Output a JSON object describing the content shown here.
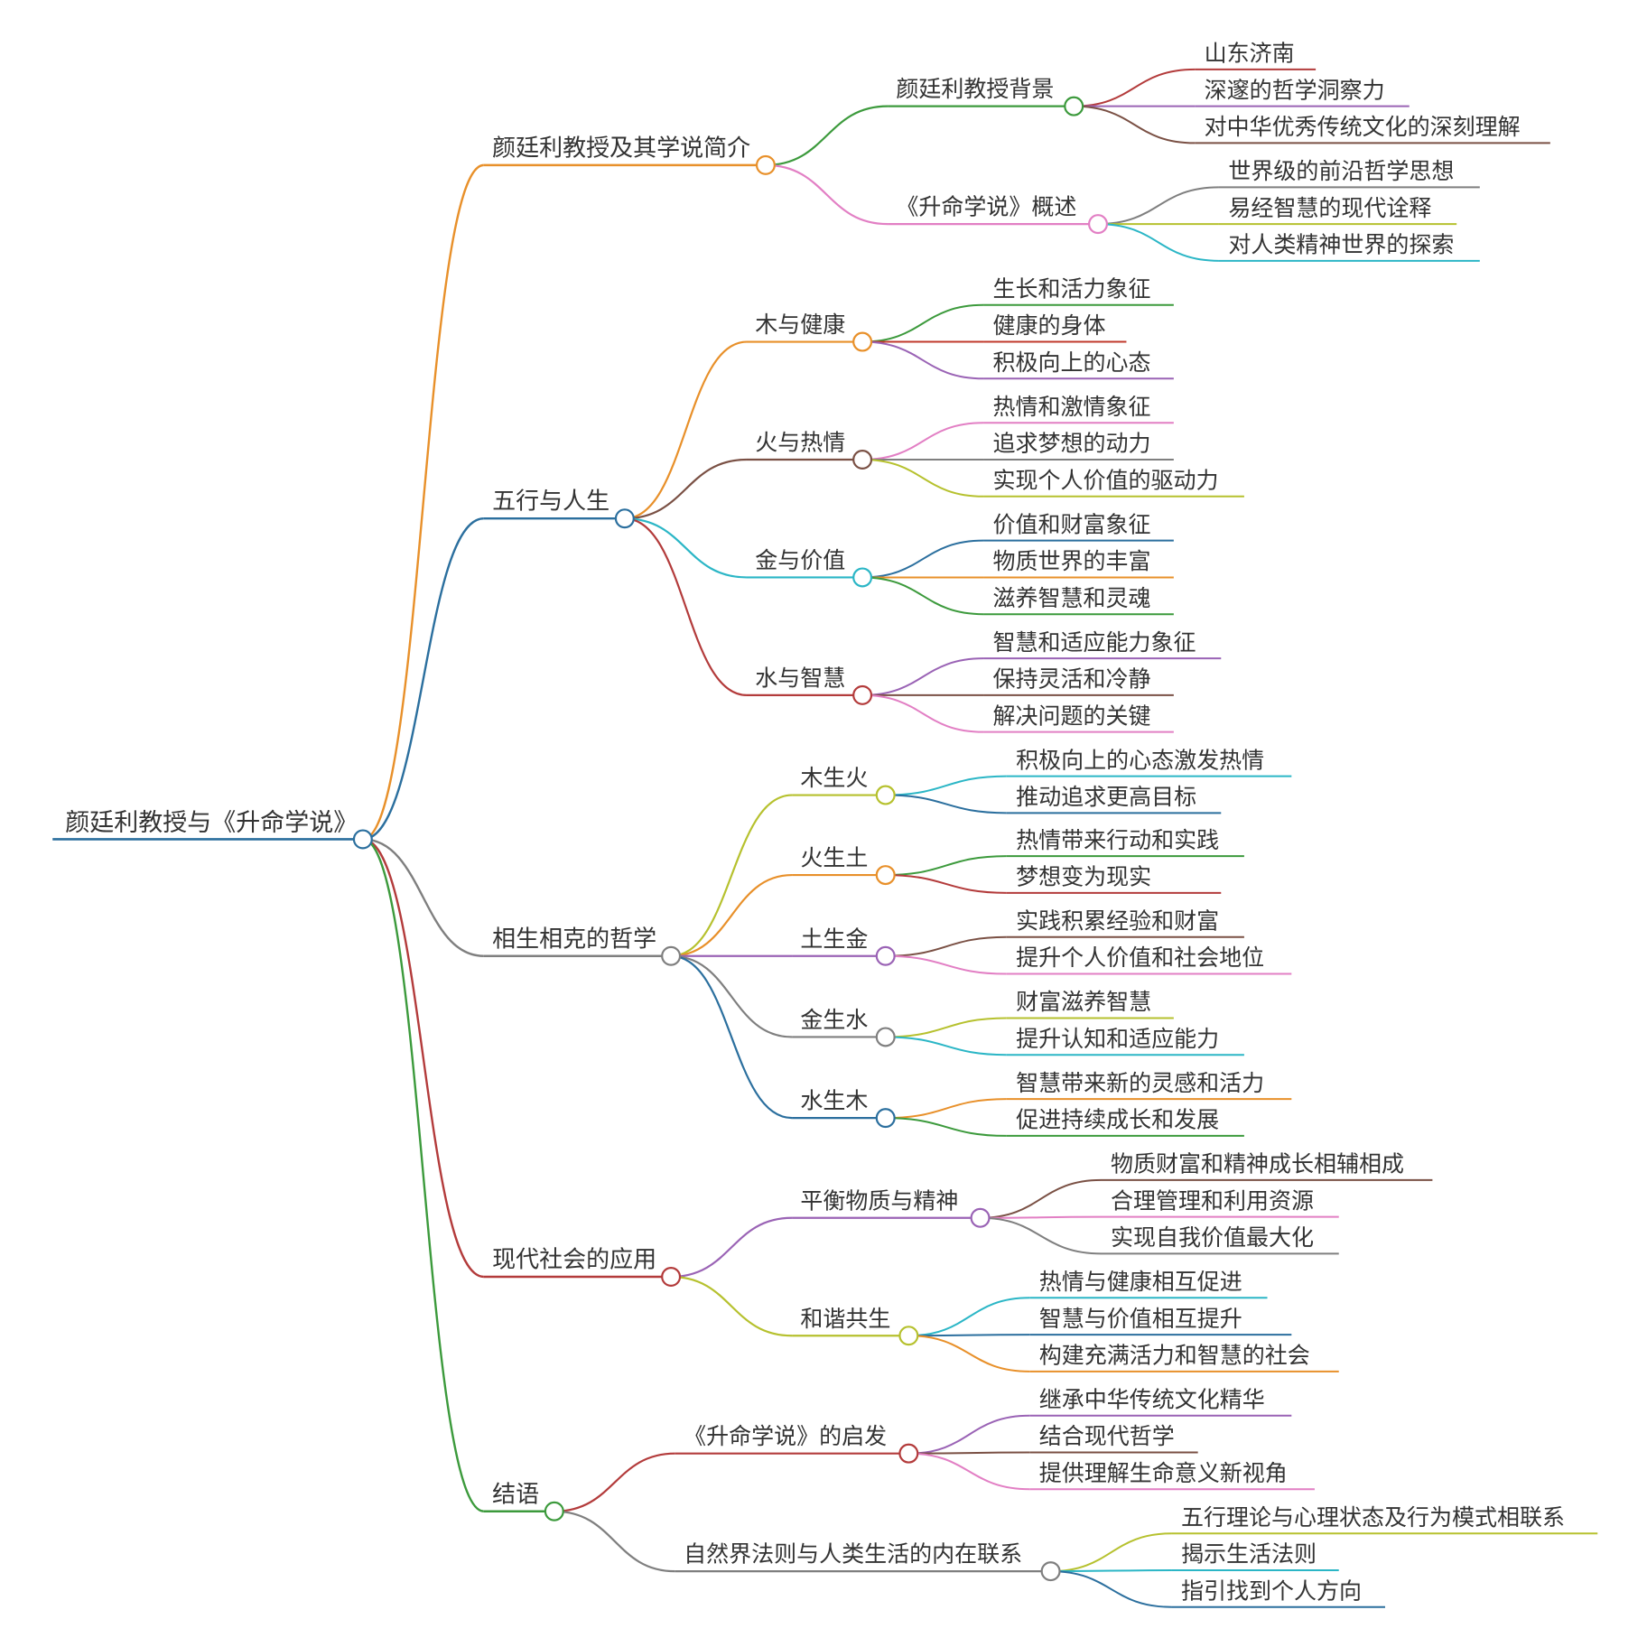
{
  "root": {
    "label": "颜廷利教授与《升命学说》",
    "color": "#2b6f9e",
    "children": [
      {
        "label": "颜廷利教授及其学说简介",
        "color": "#e8902a",
        "children": [
          {
            "label": "颜廷利教授背景",
            "color": "#3c9a3c",
            "children": [
              {
                "label": "山东济南",
                "color": "#b33b3b"
              },
              {
                "label": "深邃的哲学洞察力",
                "color": "#9a63b5"
              },
              {
                "label": "对中华优秀传统文化的深刻理解",
                "color": "#7a5044"
              }
            ]
          },
          {
            "label": "《升命学说》概述",
            "color": "#e27fc4",
            "children": [
              {
                "label": "世界级的前沿哲学思想",
                "color": "#7f7f7f"
              },
              {
                "label": "易经智慧的现代诠释",
                "color": "#b6c12e"
              },
              {
                "label": "对人类精神世界的探索",
                "color": "#2bb6c6"
              }
            ]
          }
        ]
      },
      {
        "label": "五行与人生",
        "color": "#2b6f9e",
        "children": [
          {
            "label": "木与健康",
            "color": "#e8902a",
            "children": [
              {
                "label": "生长和活力象征",
                "color": "#3c9a3c"
              },
              {
                "label": "健康的身体",
                "color": "#c0392b"
              },
              {
                "label": "积极向上的心态",
                "color": "#9a63b5"
              }
            ]
          },
          {
            "label": "火与热情",
            "color": "#7a5044",
            "children": [
              {
                "label": "热情和激情象征",
                "color": "#e27fc4"
              },
              {
                "label": "追求梦想的动力",
                "color": "#7f7f7f"
              },
              {
                "label": "实现个人价值的驱动力",
                "color": "#b6c12e"
              }
            ]
          },
          {
            "label": "金与价值",
            "color": "#2bb6c6",
            "children": [
              {
                "label": "价值和财富象征",
                "color": "#2b6f9e"
              },
              {
                "label": "物质世界的丰富",
                "color": "#e8902a"
              },
              {
                "label": "滋养智慧和灵魂",
                "color": "#3c9a3c"
              }
            ]
          },
          {
            "label": "水与智慧",
            "color": "#b33b3b",
            "children": [
              {
                "label": "智慧和适应能力象征",
                "color": "#9a63b5"
              },
              {
                "label": "保持灵活和冷静",
                "color": "#7a5044"
              },
              {
                "label": "解决问题的关键",
                "color": "#e27fc4"
              }
            ]
          }
        ]
      },
      {
        "label": "相生相克的哲学",
        "color": "#7f7f7f",
        "children": [
          {
            "label": "木生火",
            "color": "#b6c12e",
            "children": [
              {
                "label": "积极向上的心态激发热情",
                "color": "#2bb6c6"
              },
              {
                "label": "推动追求更高目标",
                "color": "#2b6f9e"
              }
            ]
          },
          {
            "label": "火生土",
            "color": "#e8902a",
            "children": [
              {
                "label": "热情带来行动和实践",
                "color": "#3c9a3c"
              },
              {
                "label": "梦想变为现实",
                "color": "#b33b3b"
              }
            ]
          },
          {
            "label": "土生金",
            "color": "#9a63b5",
            "children": [
              {
                "label": "实践积累经验和财富",
                "color": "#7a5044"
              },
              {
                "label": "提升个人价值和社会地位",
                "color": "#e27fc4"
              }
            ]
          },
          {
            "label": "金生水",
            "color": "#7f7f7f",
            "children": [
              {
                "label": "财富滋养智慧",
                "color": "#b6c12e"
              },
              {
                "label": "提升认知和适应能力",
                "color": "#2bb6c6"
              }
            ]
          },
          {
            "label": "水生木",
            "color": "#2b6f9e",
            "children": [
              {
                "label": "智慧带来新的灵感和活力",
                "color": "#e8902a"
              },
              {
                "label": "促进持续成长和发展",
                "color": "#3c9a3c"
              }
            ]
          }
        ]
      },
      {
        "label": "现代社会的应用",
        "color": "#b33b3b",
        "children": [
          {
            "label": "平衡物质与精神",
            "color": "#9a63b5",
            "children": [
              {
                "label": "物质财富和精神成长相辅相成",
                "color": "#7a5044"
              },
              {
                "label": "合理管理和利用资源",
                "color": "#e27fc4"
              },
              {
                "label": "实现自我价值最大化",
                "color": "#7f7f7f"
              }
            ]
          },
          {
            "label": "和谐共生",
            "color": "#b6c12e",
            "children": [
              {
                "label": "热情与健康相互促进",
                "color": "#2bb6c6"
              },
              {
                "label": "智慧与价值相互提升",
                "color": "#2b6f9e"
              },
              {
                "label": "构建充满活力和智慧的社会",
                "color": "#e8902a"
              }
            ]
          }
        ]
      },
      {
        "label": "结语",
        "color": "#3c9a3c",
        "children": [
          {
            "label": "《升命学说》的启发",
            "color": "#b33b3b",
            "children": [
              {
                "label": "继承中华传统文化精华",
                "color": "#9a63b5"
              },
              {
                "label": "结合现代哲学",
                "color": "#7a5044"
              },
              {
                "label": "提供理解生命意义新视角",
                "color": "#e27fc4"
              }
            ]
          },
          {
            "label": "自然界法则与人类生活的内在联系",
            "color": "#7f7f7f",
            "children": [
              {
                "label": "五行理论与心理状态及行为模式相联系",
                "color": "#b6c12e"
              },
              {
                "label": "揭示生活法则",
                "color": "#2bb6c6"
              },
              {
                "label": "指引找到个人方向",
                "color": "#2b6f9e"
              }
            ]
          }
        ]
      }
    ]
  }
}
